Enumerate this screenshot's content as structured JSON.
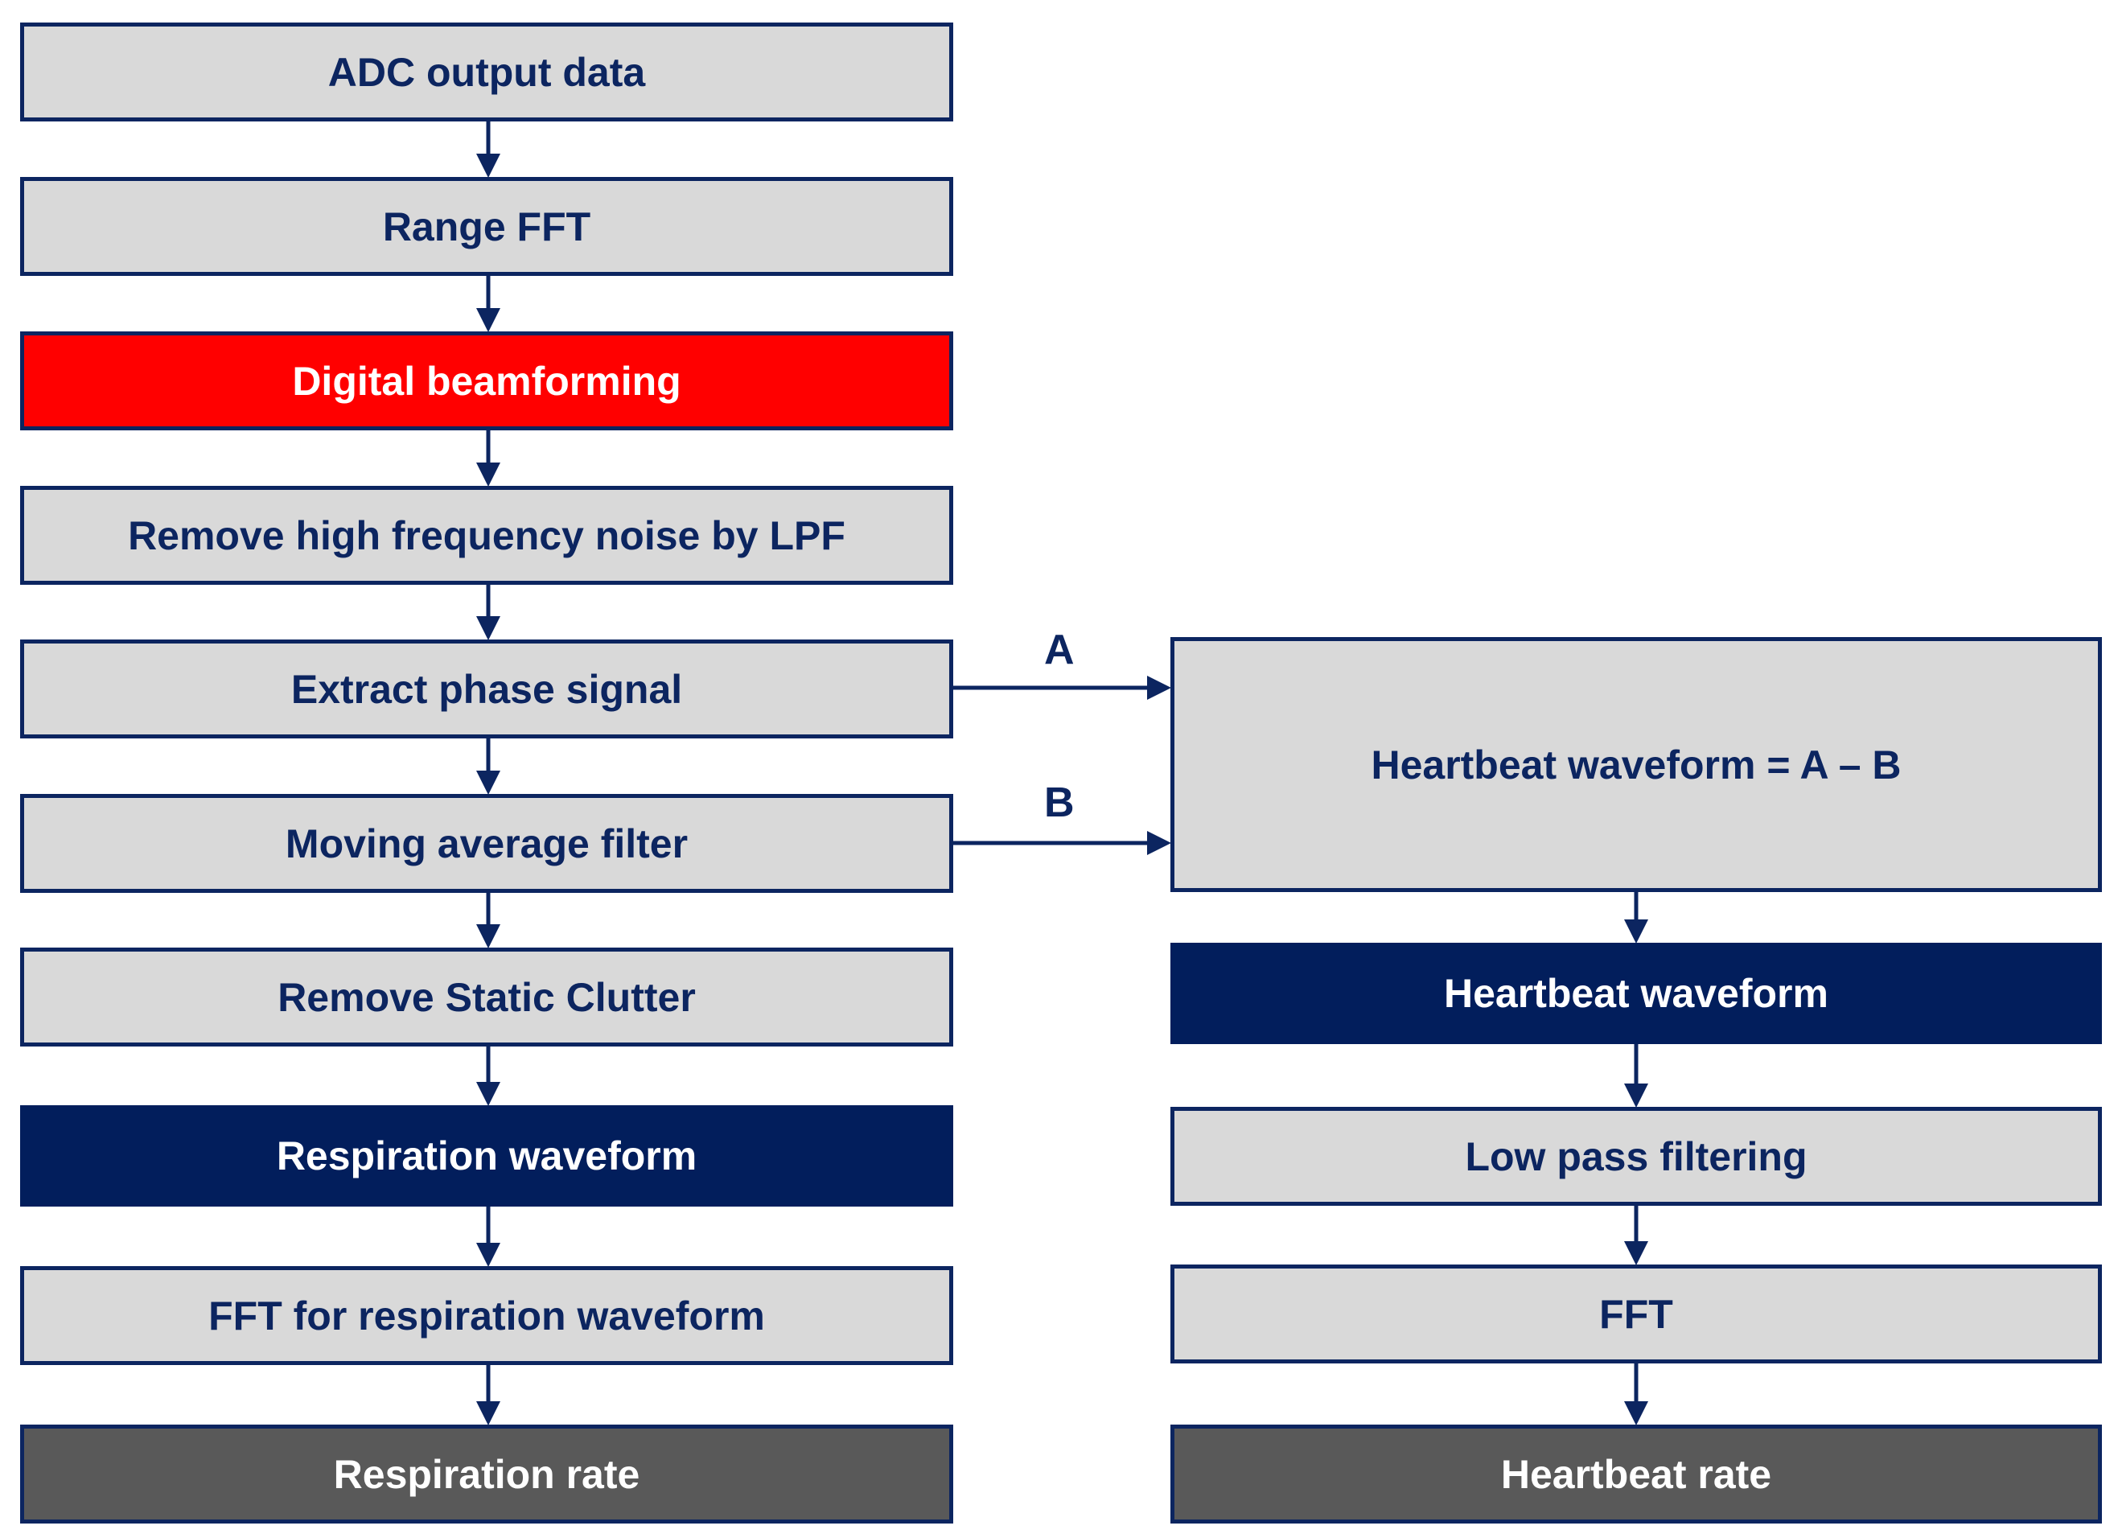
{
  "left_column": [
    {
      "label": "ADC output data",
      "style": "gray"
    },
    {
      "label": "Range FFT",
      "style": "gray"
    },
    {
      "label": "Digital beamforming",
      "style": "red"
    },
    {
      "label": "Remove high frequency noise by LPF",
      "style": "gray"
    },
    {
      "label": "Extract phase signal",
      "style": "gray"
    },
    {
      "label": "Moving average filter",
      "style": "gray"
    },
    {
      "label": "Remove Static Clutter",
      "style": "gray"
    },
    {
      "label": "Respiration waveform",
      "style": "navy"
    },
    {
      "label": "FFT for respiration waveform",
      "style": "gray"
    },
    {
      "label": "Respiration rate",
      "style": "dark"
    }
  ],
  "right_column": [
    {
      "label": "Heartbeat waveform = A – B",
      "style": "gray"
    },
    {
      "label": "Heartbeat waveform",
      "style": "navy"
    },
    {
      "label": "Low pass filtering",
      "style": "gray"
    },
    {
      "label": "FFT",
      "style": "gray"
    },
    {
      "label": "Heartbeat rate",
      "style": "dark"
    }
  ],
  "connectors": {
    "a_label": "A",
    "b_label": "B"
  },
  "colors": {
    "navy": "#021e5c",
    "border": "#0c2560",
    "gray": "#d9d9d9",
    "red": "#ff0000",
    "dark": "#595959"
  }
}
